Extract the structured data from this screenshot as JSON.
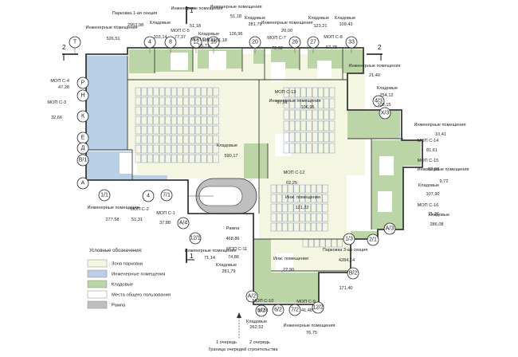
{
  "colors": {
    "parking": "#f4f6e2",
    "engineering": "#b8cfe6",
    "storage": "#bcd5a6",
    "common": "#ffffff",
    "ramp": "#bfbfbf",
    "wall": "#3a3a3a",
    "spot": "#5b6fa8"
  },
  "section_marks": {
    "top": "1",
    "bottom": "1",
    "left": "2",
    "right": "2"
  },
  "axes": {
    "top": [
      "Т",
      "4",
      "8",
      "12",
      "16",
      "20",
      "26",
      "27",
      "33"
    ],
    "left": [
      "Р",
      "Н",
      "К",
      "Е",
      "Д",
      "В/1",
      "А"
    ],
    "right": [
      "4/3",
      "Х/3",
      "А/3"
    ],
    "bottom": [
      "1/1",
      "4",
      "7/1",
      "А/4",
      "12/1",
      "1/3",
      "2/1",
      "В/2",
      "А/2",
      "1/2",
      "6/2",
      "7/2",
      "12/2"
    ]
  },
  "labels": [
    "Парковка 1-ая секция",
    "2953,08",
    "Инженерные помещения",
    "526,51",
    "Кладовые",
    "103,14",
    "Инженерные помещения",
    "51,18",
    "МОП С-5",
    "77,37",
    "Кладовые",
    "198,89",
    "51,18",
    "МОП С-6",
    "95,71",
    "Инженерные помещения",
    "51,18",
    "126,96",
    "Кладовые",
    "281,79",
    "Инженерные помещения",
    "20,00",
    "Кладовые",
    "123,21",
    "Кладовые",
    "109,43",
    "МОП С-7",
    "72,62",
    "МОП С-8",
    "67,78",
    "МОП С-4",
    "47,28",
    "МОП С-3",
    "32,66",
    "Инженерные помещения",
    "21,40",
    "Кладовые",
    "254,12",
    "108,15",
    "МОП С-13",
    "97,01",
    "Инженерные помещения",
    "106,95",
    "Инженерные помещения",
    "10,41",
    "Кладовые",
    "590,17",
    "МОП С-14",
    "81,61",
    "МОП С-15",
    "82,88",
    "Инженерные помещения",
    "9,72",
    "МОП С-12",
    "62,25",
    "Кладовые",
    "107,90",
    "МОП С-16",
    "71,36",
    "Кладовые",
    "286,08",
    "Инженерные помещения",
    "277,58",
    "МОП С-2",
    "51,31",
    "МОП С-1",
    "37,88",
    "Инж. помещения",
    "121,22",
    "Рампа",
    "468,86",
    "Инженерные помещения",
    "71,14",
    "МОП С-11",
    "74,86",
    "Кладовые",
    "281,79",
    "Инж. помещения",
    "22,90",
    "Парковка 3-ая секция",
    "4284,14",
    "171,40",
    "МОП С-10",
    "80,51",
    "МОП С-9",
    "41,48",
    "Инженерные помещения",
    "76,75",
    "Кладовые",
    "262,52"
  ],
  "legend": {
    "title": "Условные обозначения:",
    "items": [
      {
        "label": "Зона парковки",
        "key": "parking"
      },
      {
        "label": "Инженерные помещения",
        "key": "engineering"
      },
      {
        "label": "Кладовые",
        "key": "storage"
      },
      {
        "label": "Места общего пользования",
        "key": "common"
      },
      {
        "label": "Рампа",
        "key": "ramp"
      }
    ]
  },
  "boundary": {
    "stage1": "1 очередь",
    "stage2": "2 очередь",
    "caption": "Граница очередей строительства"
  }
}
